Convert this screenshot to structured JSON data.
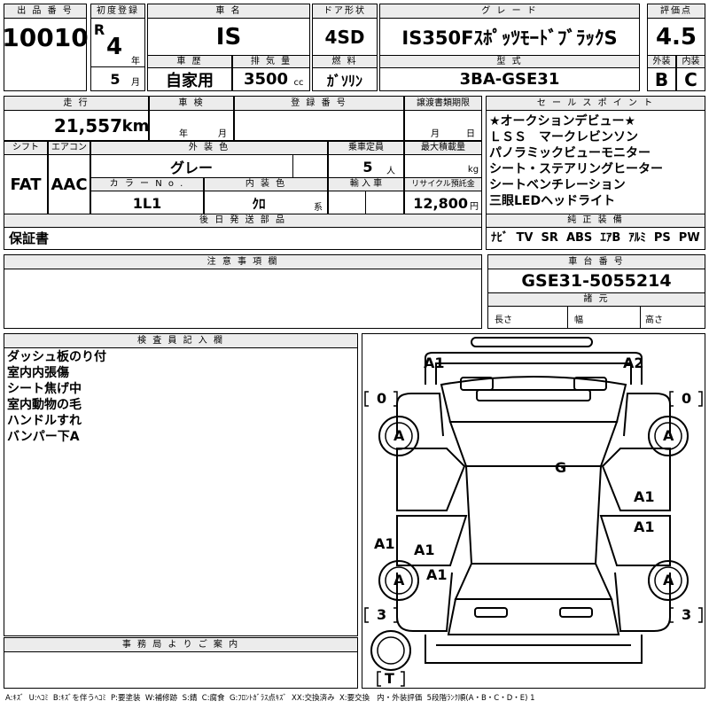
{
  "header": {
    "lot_label": "出 品 番 号",
    "lot_no": "10010",
    "first_reg_label": "初度登録",
    "era": "R",
    "year": "4",
    "year_unit": "年",
    "month": "5",
    "month_unit": "月",
    "car_name_label": "車    名",
    "car_name": "IS",
    "door_label": "ドア形状",
    "door": "4SD",
    "grade_label": "グ  レ  ー  ド",
    "grade": "IS350FｽﾎﾟｯﾂﾓｰﾄﾞﾌﾞﾗｯｸS",
    "score_label": "評価点",
    "score": "4.5",
    "history_label": "車    歴",
    "history": "自家用",
    "displacement_label": "排 気 量",
    "displacement": "3500",
    "displacement_unit": "cc",
    "fuel_label": "燃    料",
    "fuel": "ｶﾞｿﾘﾝ",
    "model_label": "型    式",
    "model": "3BA-GSE31",
    "exterior_label": "外装",
    "exterior": "B",
    "interior_label": "内装",
    "interior": "C"
  },
  "row2": {
    "mileage_label": "走    行",
    "mileage": "21,557",
    "mileage_unit": "km",
    "inspection_label": "車    検",
    "inspection_year_unit": "年",
    "inspection_month_unit": "月",
    "reg_no_label": "登 録 番 号",
    "transfer_label": "譲渡書類期限",
    "transfer_month_unit": "月",
    "transfer_day_unit": "日",
    "shift_label": "シフト",
    "shift": "FAT",
    "ac_label": "エアコン",
    "ac": "AAC",
    "color_label": "外 装 色",
    "color": "グレー",
    "capacity_label": "乗車定員",
    "capacity": "5",
    "capacity_unit": "人",
    "max_load_label": "最大積載量",
    "max_load_unit": "kg",
    "color_no_label": "カ ラ ー  N o .",
    "color_no": "1L1",
    "interior_color_label": "内 装 色",
    "interior_color": "ｸﾛ",
    "interior_color_unit": "系",
    "import_label": "輸 入 車",
    "recycle_label": "リサイクル預託金",
    "recycle": "12,800",
    "recycle_unit": "円",
    "later_parts_label": "後 日 発 送 部 品",
    "later_parts": "保証書"
  },
  "sales_points": {
    "label": "セ ー ル ス ポ イ ン ト",
    "items": [
      "★オークションデビュー★",
      "ＬＳＳ　マークレビンソン",
      "パノラミックビューモニター",
      "シート・ステアリングヒーター",
      "シートベンチレーション",
      "三眼LEDヘッドライト"
    ],
    "equipment_label": "純 正 装 備",
    "equipment": "ﾅﾋﾞ  TV  SR  ABS  ｴｱB  ｱﾙﾐ  PS  PW"
  },
  "notes": {
    "label": "注 意 事 項 欄",
    "chassis_label": "車 台 番 号",
    "chassis": "GSE31-5055214",
    "specs_label": "諸    元",
    "length_label": "長さ",
    "width_label": "幅",
    "height_label": "高さ"
  },
  "inspector": {
    "label": "検 査 員 記 入 欄",
    "lines": [
      "ダッシュ板のり付",
      "室内内張傷",
      "シート焦げ中",
      "室内動物の毛",
      "ハンドルすれ",
      "バンパー下A"
    ]
  },
  "office": {
    "label": "事 務 局 よ り ご 案 内"
  },
  "diagram": {
    "marks": {
      "a1_tl": "A1",
      "a2_tr": "A2",
      "g": "G",
      "a1_r1": "A1",
      "a1_r2": "A1",
      "a1_l": "A1",
      "a1_l2": "A1",
      "a1_l3": "A1",
      "tire": "A"
    },
    "bracket_0": "0",
    "bracket_3": "3",
    "bracket_t": "T"
  },
  "legend": "A:ｷｽﾞ  U:ﾍｺﾐ  B:ｷｽﾞを伴うﾍｺﾐ  P:要塗装  W:補修跡  S:錆  C:腐食  G:ﾌﾛﾝﾄｶﾞﾗｽ点ｷｽﾞ  XX:交換済み  X:要交換   内・外装評価  5段階ﾗﾝｸ順(A・B・C・D・E) 1"
}
